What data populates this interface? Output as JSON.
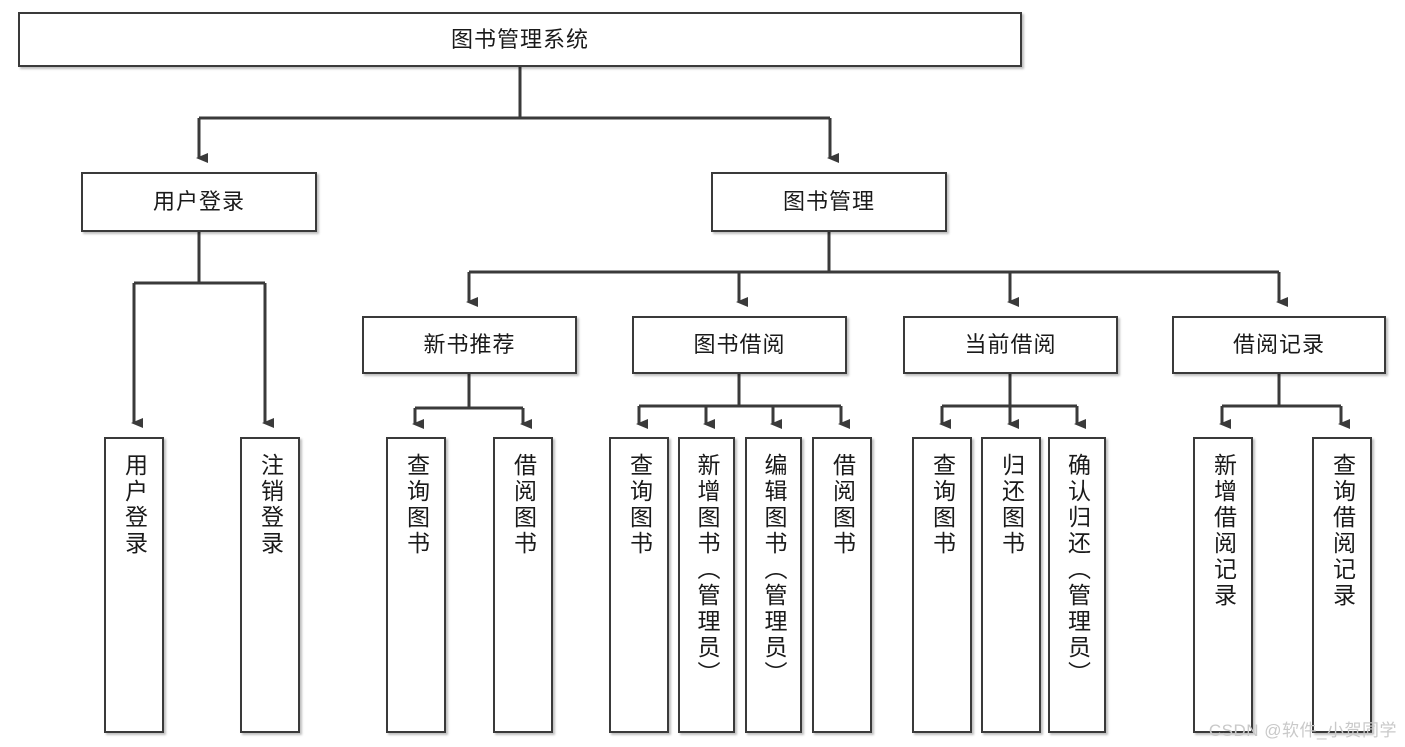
{
  "diagram": {
    "title": "图书管理系统",
    "type": "hierarchy-tree",
    "watermark": "CSDN @软件_小贺同学",
    "colors": {
      "node_border": "#3a3a3a",
      "node_fill": "#ffffff",
      "connector": "#3a3a3a",
      "text": "#1a1a1a",
      "watermark": "#c9c9c9"
    },
    "nodes": {
      "root": {
        "label": "图书管理系统"
      },
      "level2": [
        {
          "label": "用户登录"
        },
        {
          "label": "图书管理"
        }
      ],
      "level3": [
        {
          "label": "新书推荐"
        },
        {
          "label": "图书借阅"
        },
        {
          "label": "当前借阅"
        },
        {
          "label": "借阅记录"
        }
      ],
      "leaves": {
        "user_login": [
          {
            "label": "用户登录"
          },
          {
            "label": "注销登录"
          }
        ],
        "new_book_recommend": [
          {
            "label": "查询图书"
          },
          {
            "label": "借阅图书"
          }
        ],
        "book_borrow": [
          {
            "label": "查询图书"
          },
          {
            "label": "新增图书（管理员）"
          },
          {
            "label": "编辑图书（管理员）"
          },
          {
            "label": "借阅图书"
          }
        ],
        "current_borrow": [
          {
            "label": "查询图书"
          },
          {
            "label": "归还图书"
          },
          {
            "label": "确认归还（管理员）"
          }
        ],
        "borrow_record": [
          {
            "label": "新增借阅记录"
          },
          {
            "label": "查询借阅记录"
          }
        ]
      }
    }
  }
}
